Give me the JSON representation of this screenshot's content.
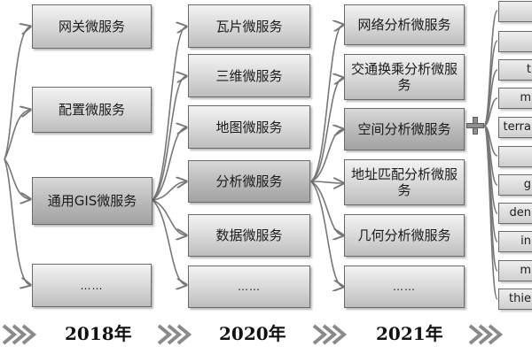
{
  "columns": {
    "col2018": {
      "items": [
        {
          "label": "网关微服务"
        },
        {
          "label": "配置微服务"
        },
        {
          "label": "通用GIS微服务"
        },
        {
          "label": "……"
        }
      ]
    },
    "col2020": {
      "items": [
        {
          "label": "瓦片微服务"
        },
        {
          "label": "三维微服务"
        },
        {
          "label": "地图微服务"
        },
        {
          "label": "分析微服务"
        },
        {
          "label": "数据微服务"
        },
        {
          "label": "……"
        }
      ]
    },
    "col2021": {
      "items": [
        {
          "label": "网络分析微服务"
        },
        {
          "label": "交通换乘分析微服务"
        },
        {
          "label": "空间分析微服务"
        },
        {
          "label": "地址匹配分析微服务"
        },
        {
          "label": "几何分析微服务"
        },
        {
          "label": "……"
        }
      ]
    },
    "col_right": {
      "items": [
        {
          "label": ""
        },
        {
          "label": ""
        },
        {
          "label": "t"
        },
        {
          "label": "m"
        },
        {
          "label": "terra"
        },
        {
          "label": ""
        },
        {
          "label": "g"
        },
        {
          "label": "den"
        },
        {
          "label": "in"
        },
        {
          "label": "m"
        },
        {
          "label": "thie"
        }
      ]
    }
  },
  "timeline": {
    "years": [
      "2018年",
      "2020年",
      "2021年"
    ]
  },
  "icons": {
    "connector": "plus-icon",
    "timeline_arrow": "double-chevron-right-icon"
  },
  "colors": {
    "box_fill_top": "#f3f3f3",
    "box_fill_bottom": "#bdbdbd",
    "box_border": "#6a6a6a",
    "connector_line": "#777777"
  }
}
